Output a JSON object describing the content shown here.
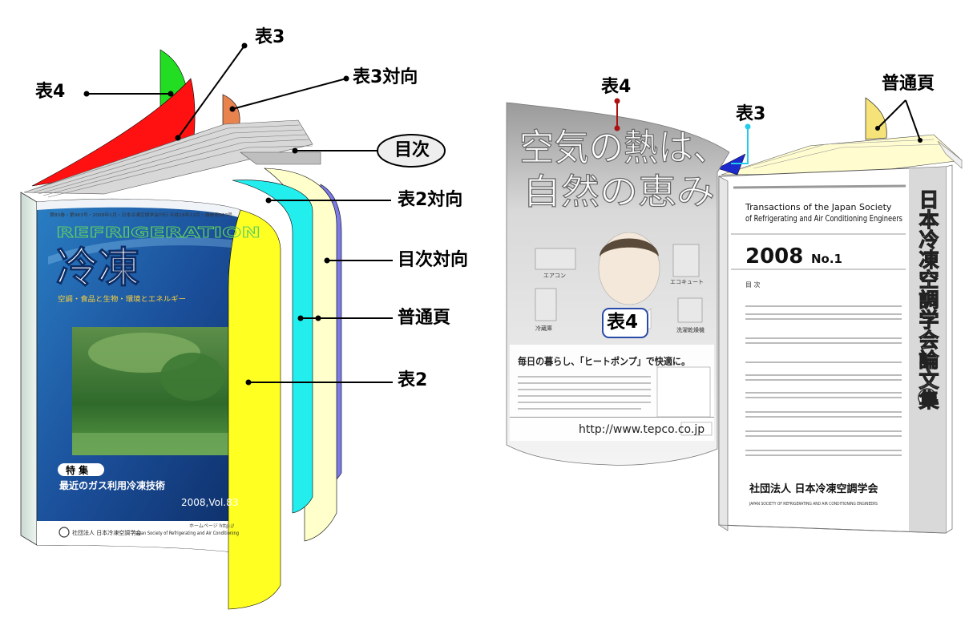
{
  "left_diagram": {
    "labels": {
      "back_cover": "表4",
      "inside_back_cover": "表3",
      "facing_inside_back": "表3対向",
      "toc": "目次",
      "facing_inside_front": "表2対向",
      "facing_toc": "目次対向",
      "regular_page": "普通頁",
      "inside_front_cover": "表2"
    },
    "cover": {
      "header_line": "第83巻・第963号・2008年1月・日本冷凍空調学会刊行 平成18年12月・通巻第963号",
      "brand": "REFRIGERATION",
      "title": "冷凍",
      "subtitle": "空調・食品と生物・環境とエネルギー",
      "feature_badge": "特 集",
      "feature_text": "最近のガス利用冷凍技術",
      "issue": "2008,Vol.83",
      "homepage": "ホームページ http://",
      "publisher": "社団法人 日本冷凍空調学会",
      "publisher_en": "Japan Society of Refrigerating and Air Conditioning"
    }
  },
  "right_diagram": {
    "labels": {
      "back_cover": "表4",
      "inside_back_cover": "表3",
      "regular_page": "普通頁",
      "back_cover_badge": "表4"
    },
    "ad": {
      "headline_1": "空気の熱は、",
      "headline_2": "自然の恵み",
      "caption": "毎日の暮らし、「ヒートポンプ」で快適に。",
      "url": "http://www.tepco.co.jp",
      "items": [
        "エアコン",
        "エコキュート",
        "冷蔵庫",
        "洗濯乾燥機"
      ]
    },
    "journal": {
      "title_en_1": "Transactions of the Japan Society",
      "title_en_2": "of Refrigerating and Air Conditioning Engineers",
      "year": "2008",
      "number": "No.1",
      "toc_label": "目 次",
      "spine_title": "日本冷凍空調学会論文集",
      "publisher": "社団法人 日本冷凍空調学会",
      "publisher_en": "JAPAN SOCIETY OF REFRIGERATING AND AIR CONDITIONING ENGINEERS"
    }
  },
  "colors": {
    "back_cover": "#22dd22",
    "inside_back_cover": "#ff1111",
    "facing_inside_back": "#e8834e",
    "inside_front_cover": "#ffff22",
    "facing_inside_front": "#22eeee",
    "facing_toc": "#7a7ae8",
    "regular_page": "#ffffcc",
    "cover_blue": "#1e5aa8",
    "right_inside_back": "#1a2acc",
    "right_tab": "#f5e37a"
  }
}
